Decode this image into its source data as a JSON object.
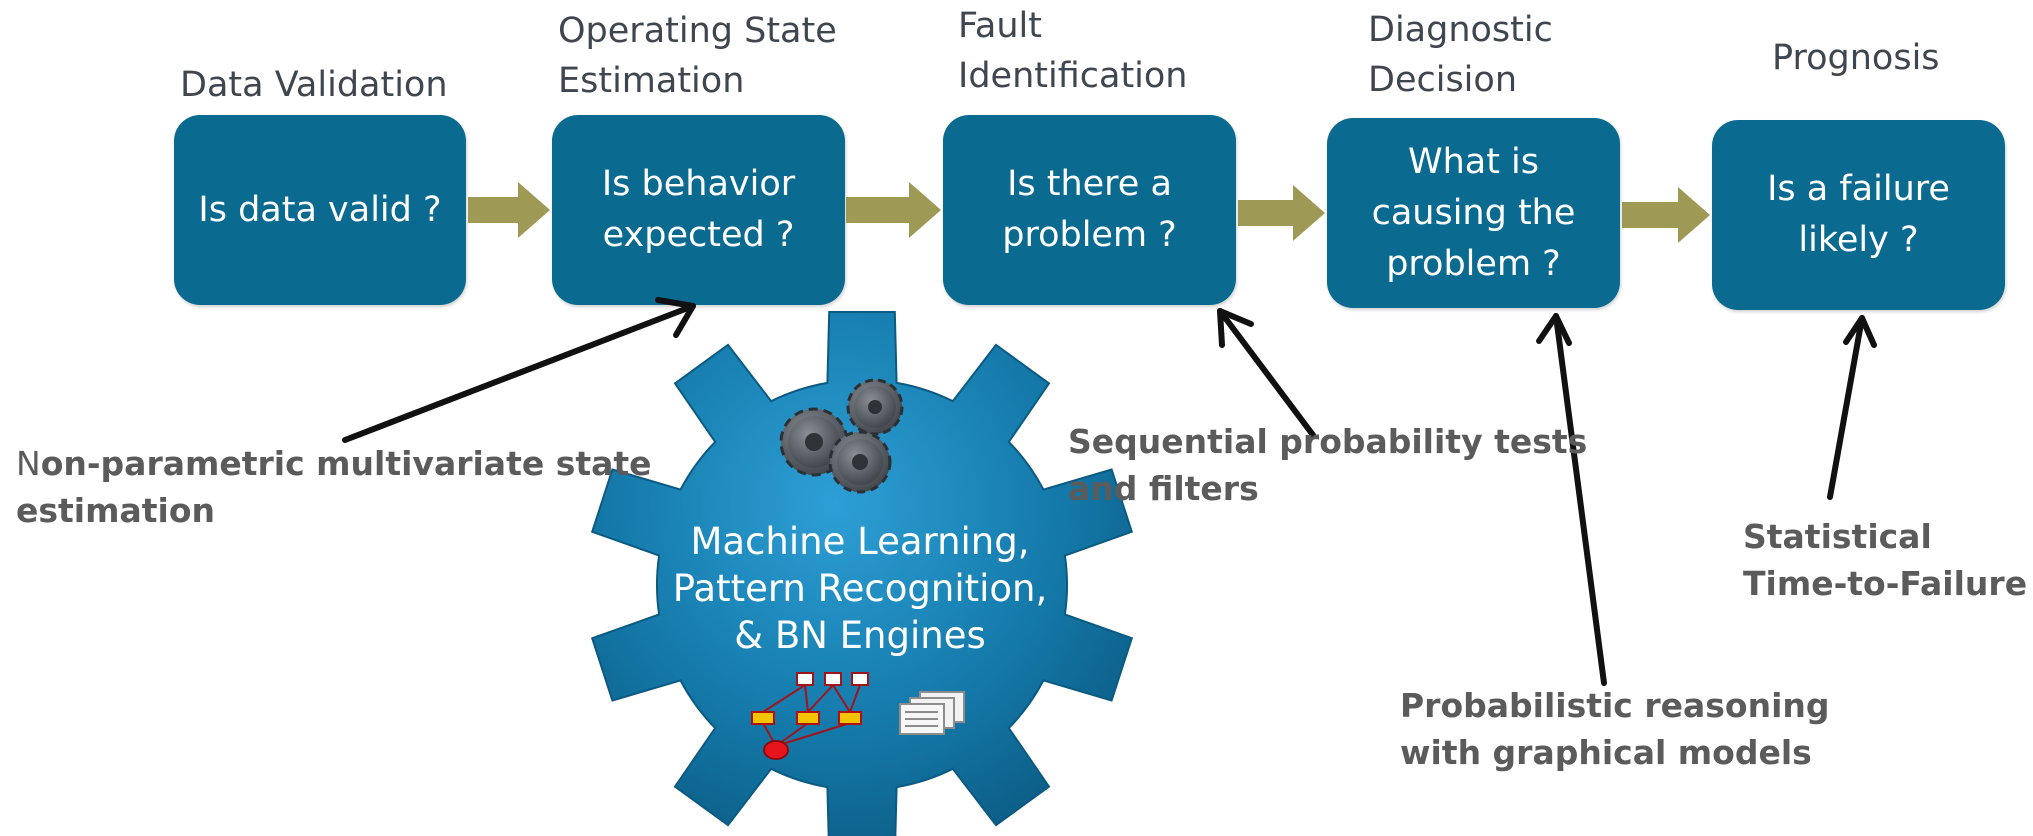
{
  "stages": [
    {
      "id": "data-validation",
      "title_lines": [
        "Data Validation"
      ],
      "question": "Is data valid ?"
    },
    {
      "id": "operating-state",
      "title_lines": [
        "Operating State",
        "Estimation"
      ],
      "question": "Is behavior\nexpected ?"
    },
    {
      "id": "fault-identification",
      "title_lines": [
        "Fault",
        "Identification"
      ],
      "question": "Is there a\nproblem ?"
    },
    {
      "id": "diagnostic-decision",
      "title_lines": [
        "Diagnostic",
        "Decision"
      ],
      "question": "What is\ncausing the\nproblem ?"
    },
    {
      "id": "prognosis",
      "title_lines": [
        "Prognosis"
      ],
      "question": "Is a failure\nlikely ?"
    }
  ],
  "methods": {
    "nonparametric": {
      "first_letter": "N",
      "rest_line1": "on-parametric multivariate state",
      "line2": "estimation"
    },
    "sequential": {
      "line1": "Sequential probability tests",
      "line2": "and filters"
    },
    "probabilistic": {
      "line1": "Probabilistic reasoning",
      "line2": "with graphical models"
    },
    "statistical": {
      "line1": "Statistical",
      "line2": "Time-to-Failure"
    }
  },
  "engine": {
    "lines": [
      "Machine Learning,",
      "Pattern Recognition,",
      "& BN Engines"
    ]
  },
  "colors": {
    "box": "#0b6a8f",
    "gear": "#1478a8",
    "flow_arrow": "#9e9a56",
    "title_text": "#3f4650",
    "method_text": "#5b5b5b",
    "pointer_arrow": "#111111"
  }
}
